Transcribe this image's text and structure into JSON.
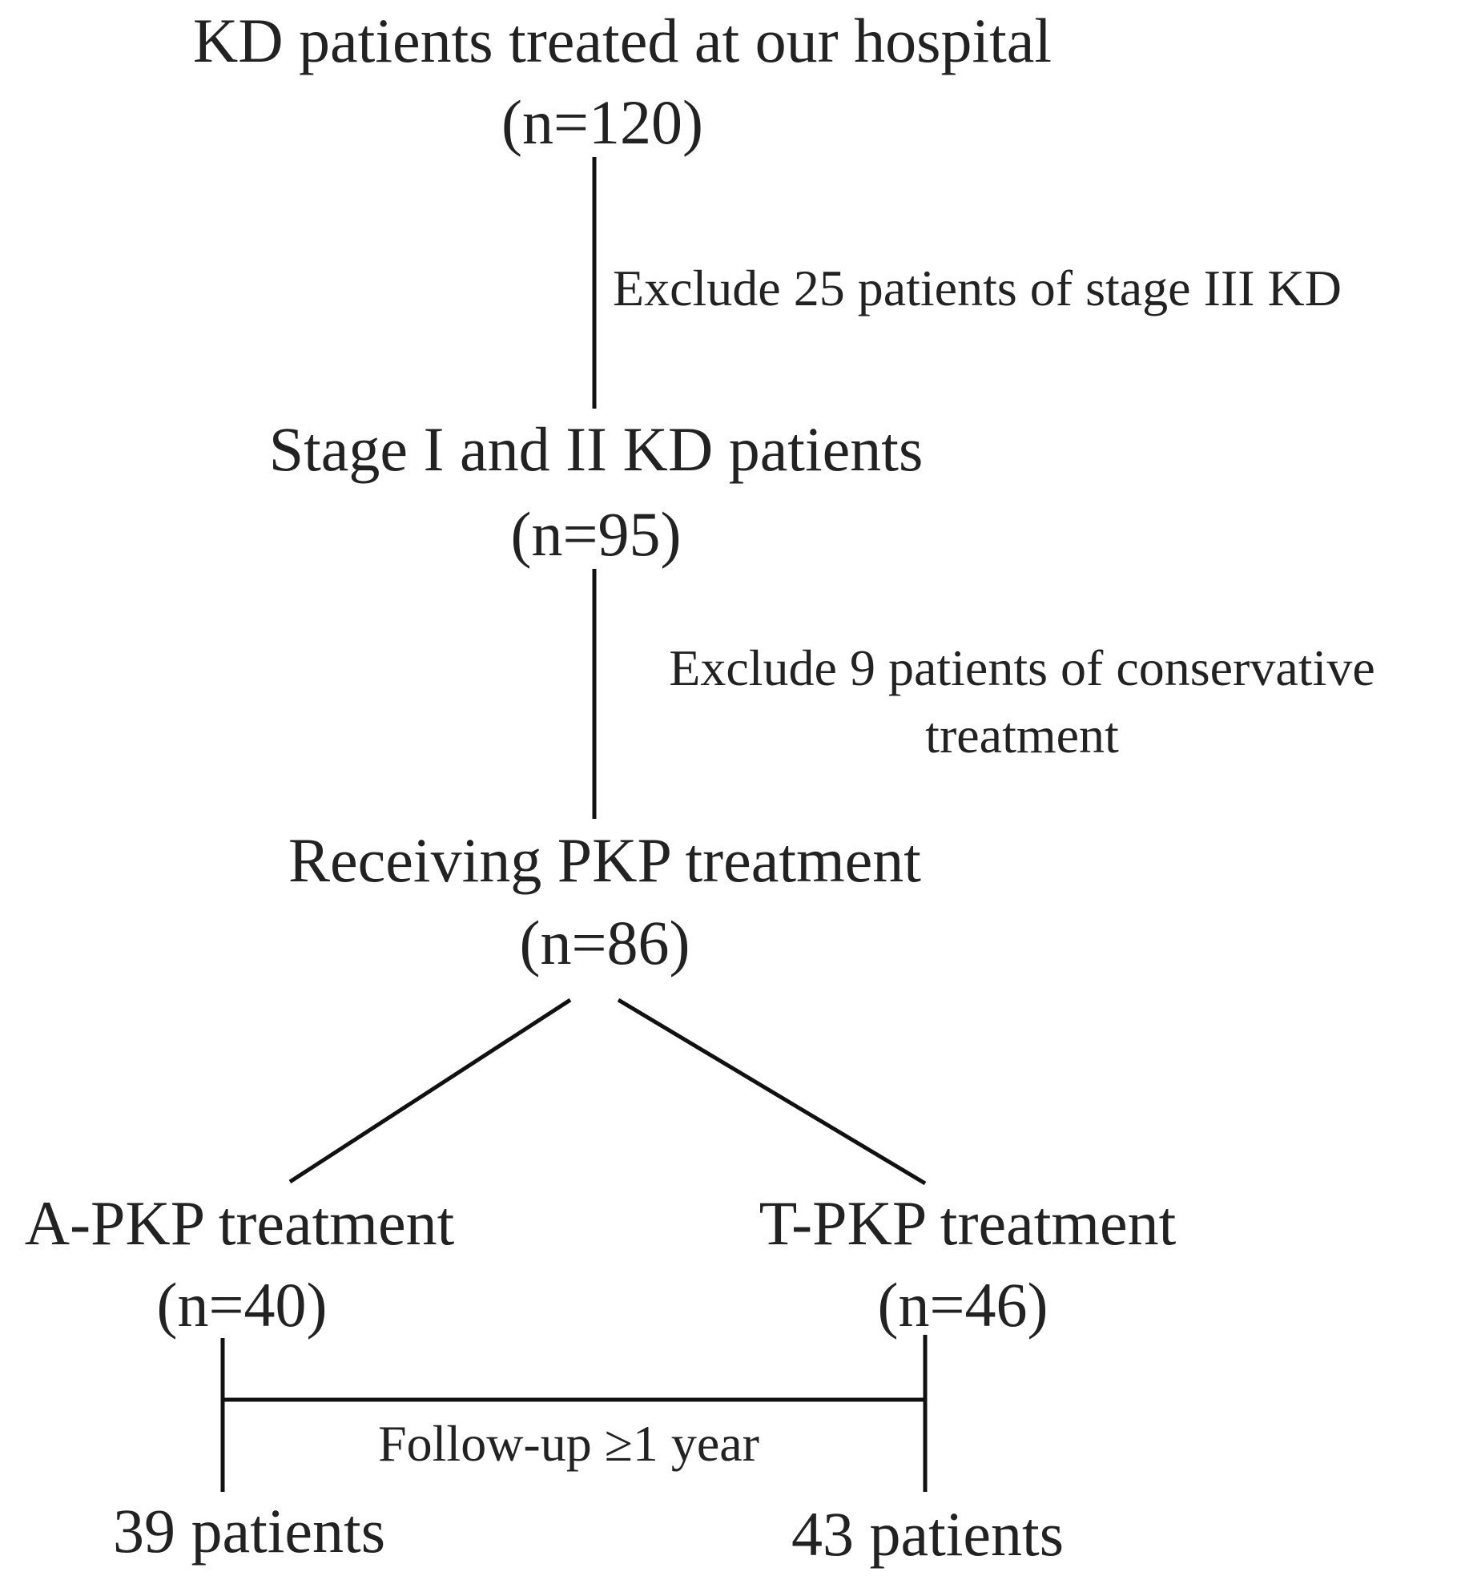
{
  "flowchart": {
    "start": {
      "title": "KD patients treated at our hospital",
      "count": "(n=120)"
    },
    "exclusion1": "Exclude 25 patients of stage III KD",
    "stage_node": {
      "title": "Stage I and II KD patients",
      "count": "(n=95)"
    },
    "exclusion2": {
      "line1": "Exclude 9 patients of conservative",
      "line2": "treatment"
    },
    "pkp_node": {
      "title": "Receiving PKP treatment",
      "count": "(n=86)"
    },
    "a_pkp": {
      "title": "A-PKP treatment",
      "count": "(n=40)",
      "followup_result": "39 patients"
    },
    "t_pkp": {
      "title": "T-PKP treatment",
      "count": "(n=46)",
      "followup_result": "43 patients"
    },
    "followup_label": "Follow-up ≥1 year"
  }
}
